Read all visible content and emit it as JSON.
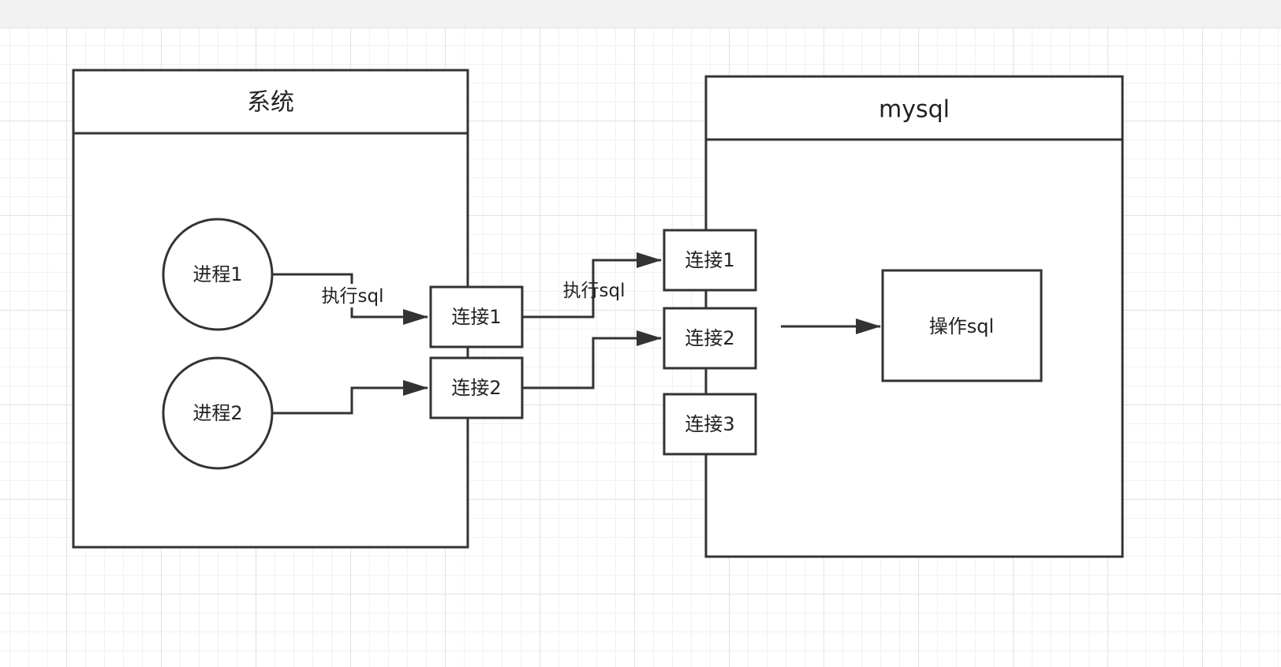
{
  "diagram": {
    "containers": {
      "system": {
        "title": "系统"
      },
      "mysql": {
        "title": "mysql"
      }
    },
    "processes": [
      {
        "label": "进程1"
      },
      {
        "label": "进程2"
      }
    ],
    "system_connections": [
      {
        "label": "连接1"
      },
      {
        "label": "连接2"
      }
    ],
    "mysql_connections": [
      {
        "label": "连接1"
      },
      {
        "label": "连接2"
      },
      {
        "label": "连接3"
      }
    ],
    "operation": {
      "label": "操作sql"
    },
    "edge_labels": {
      "process_to_connection": "执行sql",
      "connection_to_mysql": "执行sql"
    },
    "colors": {
      "stroke": "#333333",
      "grid_major": "#e2e2e2",
      "grid_minor": "#f1f1f1",
      "toolbar": "#f1f1f1"
    }
  }
}
